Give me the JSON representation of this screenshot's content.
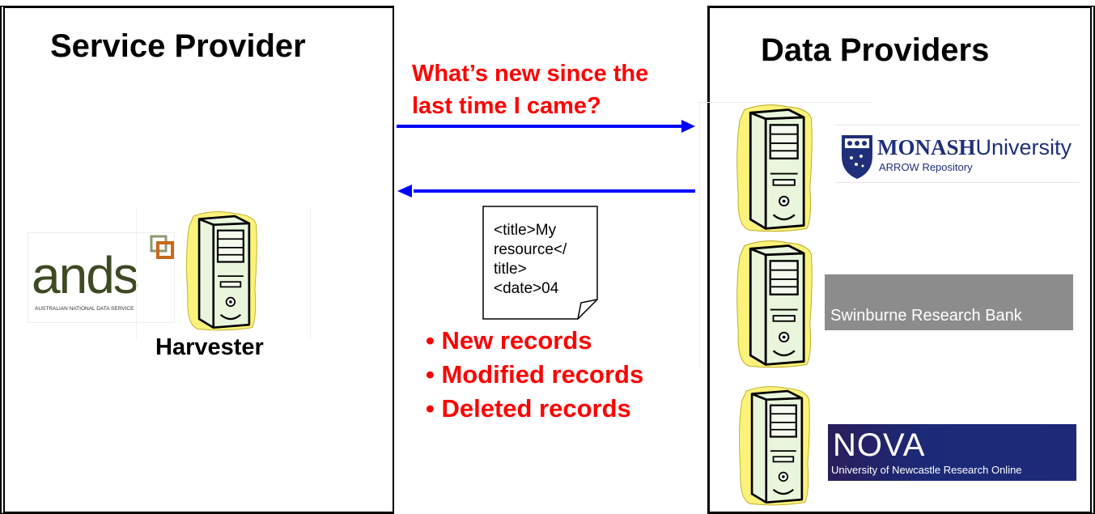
{
  "service_provider": {
    "title": "Service Provider",
    "logo_text": "ands",
    "logo_subtitle": "AUSTRALIAN NATIONAL DATA SERVICE",
    "harvester_label": "Harvester"
  },
  "exchange": {
    "question_line1": "What’s new since the",
    "question_line2": "last time I came?",
    "document_lines": [
      "<title>My",
      "resource</",
      "title>",
      "<date>04"
    ],
    "bullets": [
      "• New records",
      "• Modified records",
      "• Deleted records"
    ],
    "colors": {
      "arrow": "#0000ff",
      "highlight_text": "#ff0000"
    }
  },
  "data_providers": {
    "title": "Data Providers",
    "providers": [
      {
        "name": "MONASH",
        "name_suffix": "University",
        "subtitle": "ARROW Repository",
        "color": "#1f2f7a"
      },
      {
        "name": "Swinburne Research Bank",
        "color": "#8c8c8c"
      },
      {
        "name": "NOVA",
        "subtitle": "University of Newcastle Research Online",
        "color": "#1e2a78"
      }
    ]
  },
  "icons": [
    "server-icon",
    "monash-crest-icon",
    "ands-logo-icon"
  ]
}
